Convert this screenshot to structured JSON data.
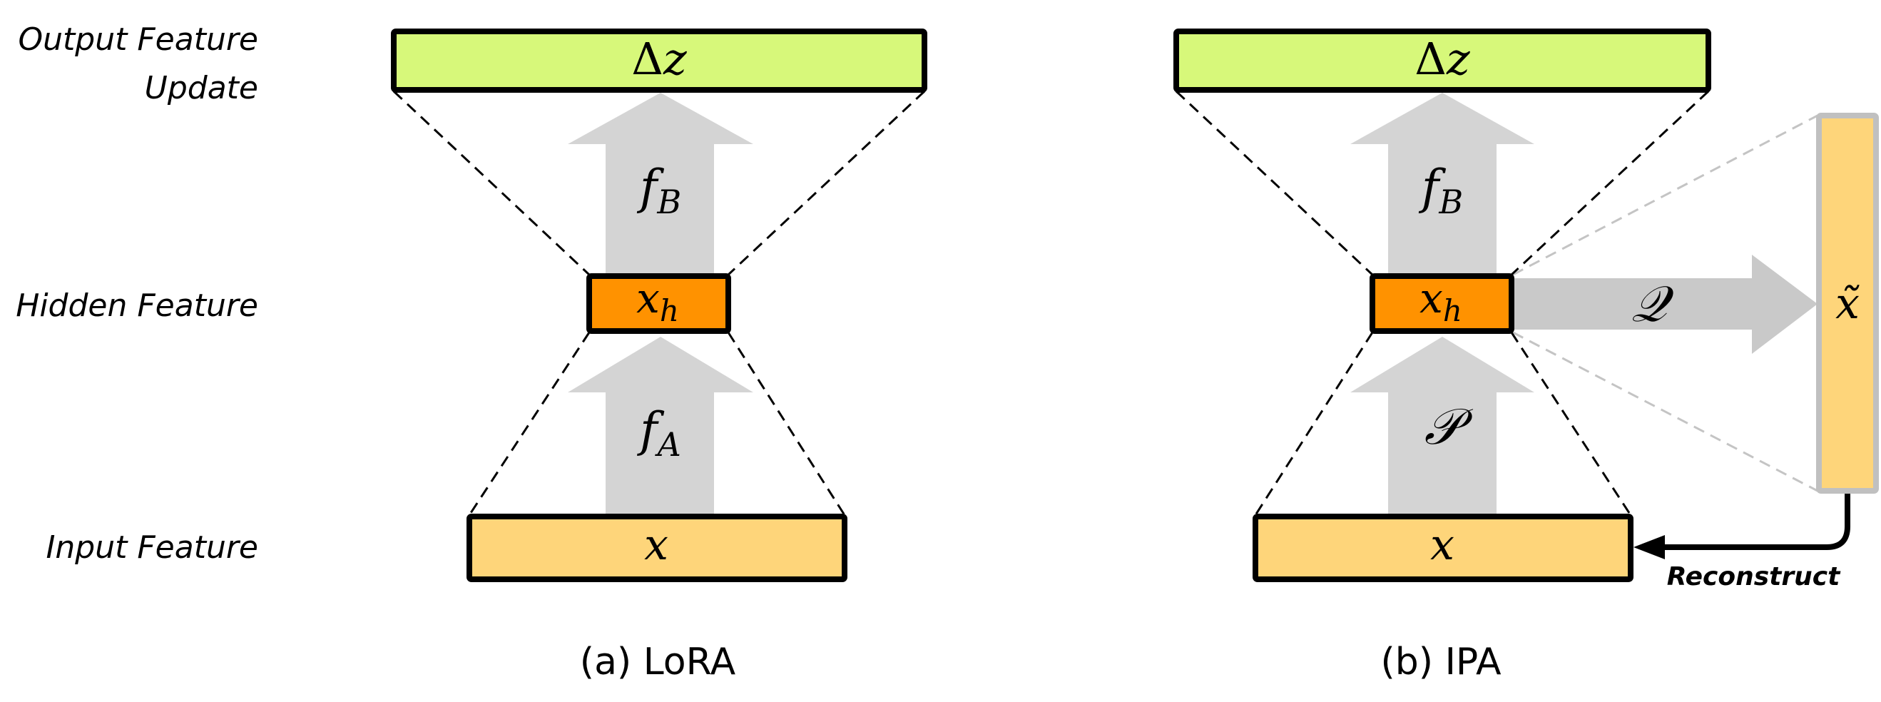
{
  "row_labels": {
    "output_line1": "Output Feature",
    "output_line2": "Update",
    "hidden": "Hidden Feature",
    "input": "Input Feature"
  },
  "colors": {
    "output_box": "#d7f87a",
    "hidden_box": "#ff9200",
    "input_box": "#fed57a",
    "arrow_gray": "#d4d4d4",
    "q_arrow_gray": "#c9c9c9",
    "reconstructed_border": "#c0c0c0"
  },
  "lora": {
    "caption": "(a) LoRA",
    "output_box": {
      "symbol": "Δ",
      "var": "z"
    },
    "hidden_box": {
      "var": "x",
      "sub": "h"
    },
    "input_box": {
      "var": "x"
    },
    "upper_arrow": {
      "var": "f",
      "sub": "B"
    },
    "lower_arrow": {
      "var": "f",
      "sub": "A"
    }
  },
  "ipa": {
    "caption": "(b) IPA",
    "output_box": {
      "symbol": "Δ",
      "var": "z"
    },
    "hidden_box": {
      "var": "x",
      "sub": "h"
    },
    "input_box": {
      "var": "x"
    },
    "upper_arrow": {
      "var": "f",
      "sub": "B"
    },
    "lower_arrow": {
      "var": "𝒫"
    },
    "side_arrow": {
      "var": "𝒬"
    },
    "reconstructed_box": {
      "var": "x̃"
    },
    "reconstruct_label": "Reconstruct"
  }
}
